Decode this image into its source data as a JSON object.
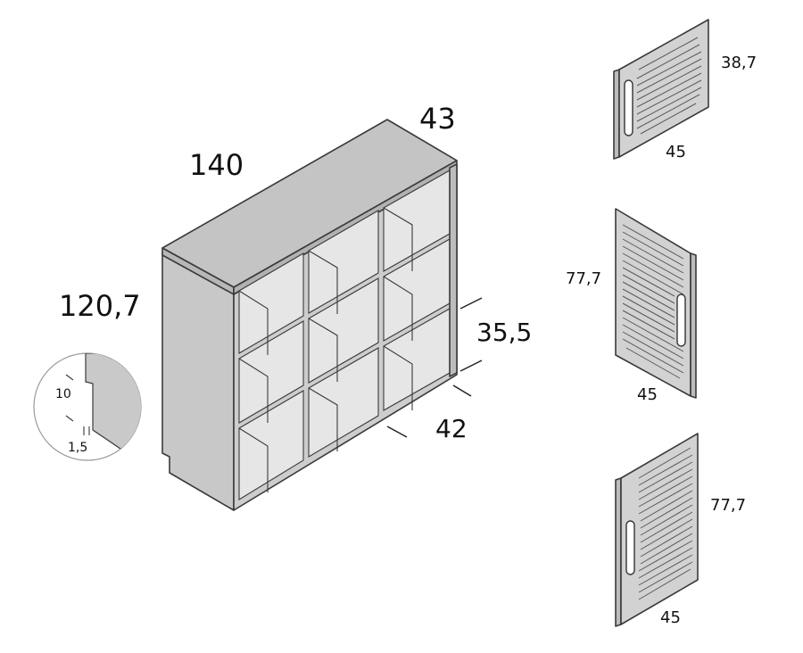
{
  "cabinet": {
    "width": "140",
    "depth": "43",
    "height": "120,7",
    "cube_height": "35,5",
    "cube_depth": "42"
  },
  "detail": {
    "plinth_height": "10",
    "plinth_setback": "1,5"
  },
  "doors": [
    {
      "id": "small-door",
      "height": "38,7",
      "width": "45"
    },
    {
      "id": "tall-door-right-handle",
      "height": "77,7",
      "width": "45"
    },
    {
      "id": "tall-door-left-handle",
      "height": "77,7",
      "width": "45"
    }
  ],
  "colors": {
    "panel_face": "#cfcfcf",
    "panel_top": "#bdbdbd",
    "panel_side": "#c6c6c6",
    "inner": "#e4e4e4",
    "line": "#3a3a3a"
  }
}
